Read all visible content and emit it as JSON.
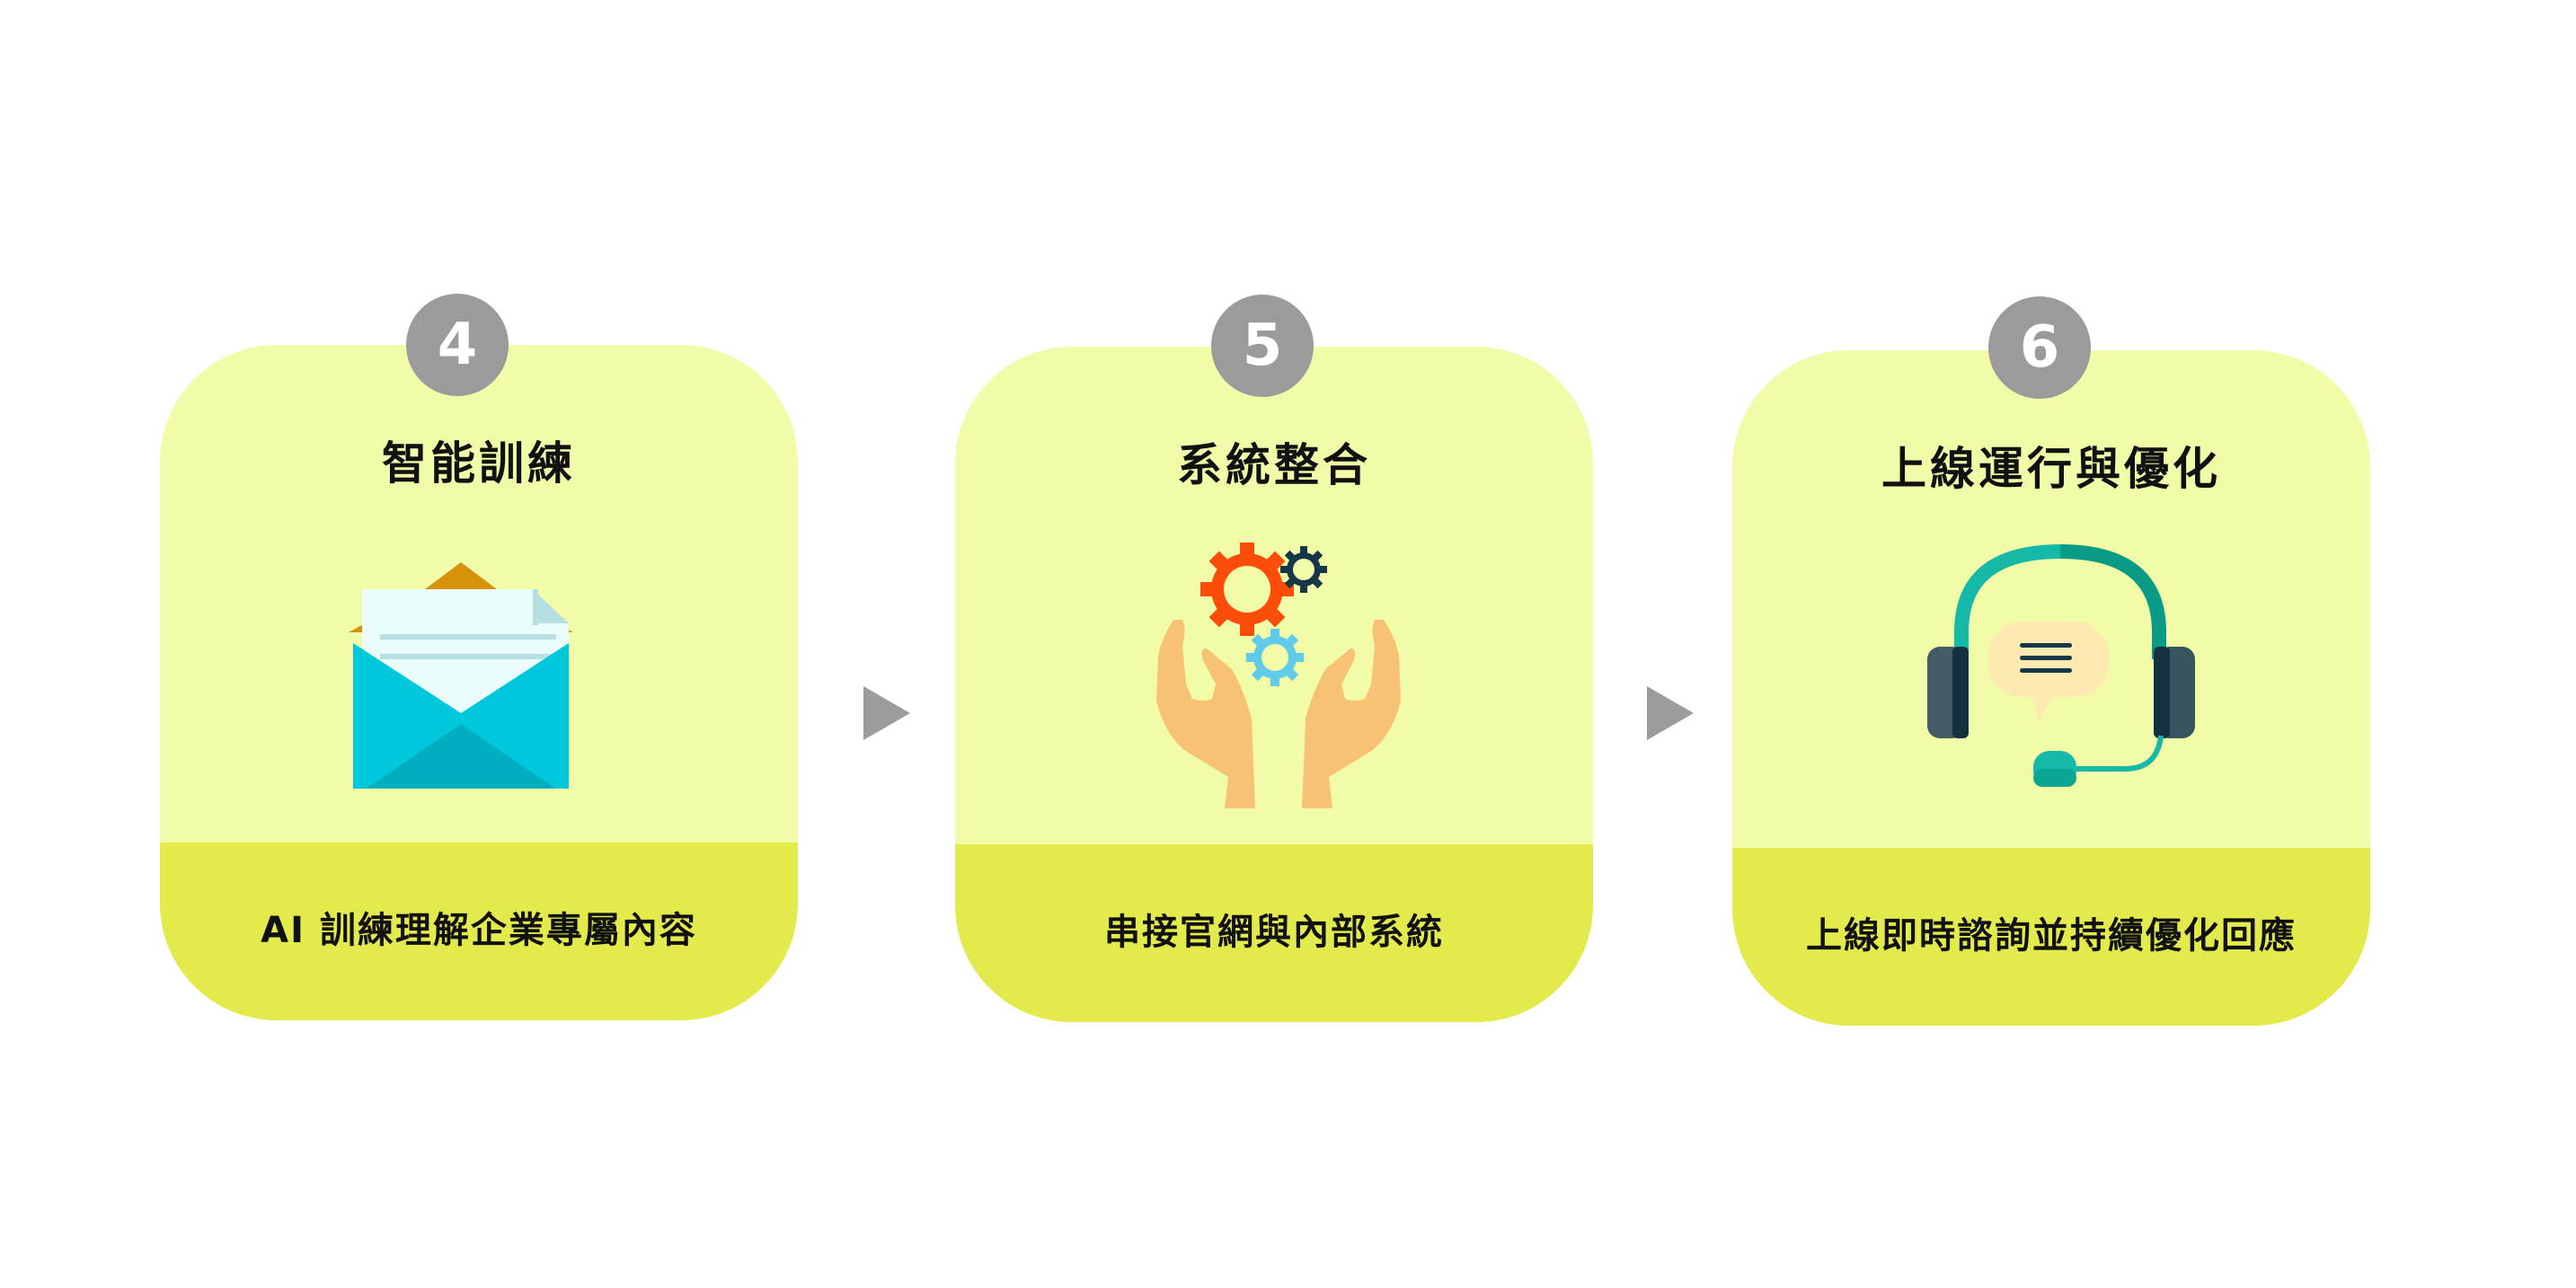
{
  "steps": [
    {
      "number": "4",
      "title": "智能訓練",
      "description": "AI 訓練理解企業專屬內容",
      "icon": "envelope-letter-icon"
    },
    {
      "number": "5",
      "title": "系統整合",
      "description": "串接官網與內部系統",
      "icon": "hands-gears-icon"
    },
    {
      "number": "6",
      "title": "上線運行與優化",
      "description": "上線即時諮詢並持續優化回應",
      "icon": "headset-chat-icon"
    }
  ],
  "arrows": [
    "arrow-right",
    "arrow-right"
  ],
  "colors": {
    "card_top": "#f2fba8",
    "card_bottom": "#e3ea4b",
    "badge": "#9b9b9b",
    "arrow": "#9c9c9c"
  }
}
